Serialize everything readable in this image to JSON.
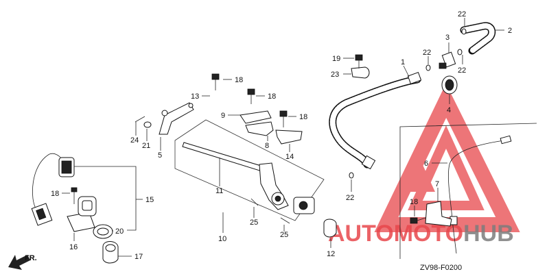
{
  "diagram": {
    "code": "ZV98-F0200",
    "direction": "FR.",
    "watermark": {
      "text_auto": "AUTO",
      "text_moto": "MOTO",
      "text_hub": "HUB",
      "color_red": "#e8474c",
      "color_gray": "#7d7d7d"
    },
    "callouts": [
      {
        "id": "c1",
        "label": "1"
      },
      {
        "id": "c2",
        "label": "2"
      },
      {
        "id": "c3",
        "label": "3"
      },
      {
        "id": "c4",
        "label": "4"
      },
      {
        "id": "c5",
        "label": "5"
      },
      {
        "id": "c6",
        "label": "6"
      },
      {
        "id": "c7",
        "label": "7"
      },
      {
        "id": "c8",
        "label": "8"
      },
      {
        "id": "c9",
        "label": "9"
      },
      {
        "id": "c10",
        "label": "10"
      },
      {
        "id": "c11",
        "label": "11"
      },
      {
        "id": "c12",
        "label": "12"
      },
      {
        "id": "c13",
        "label": "13"
      },
      {
        "id": "c14",
        "label": "14"
      },
      {
        "id": "c15",
        "label": "15"
      },
      {
        "id": "c16",
        "label": "16"
      },
      {
        "id": "c17",
        "label": "17"
      },
      {
        "id": "c18a",
        "label": "18"
      },
      {
        "id": "c18b",
        "label": "18"
      },
      {
        "id": "c18c",
        "label": "18"
      },
      {
        "id": "c18d",
        "label": "18"
      },
      {
        "id": "c18e",
        "label": "18"
      },
      {
        "id": "c19",
        "label": "19"
      },
      {
        "id": "c20",
        "label": "20"
      },
      {
        "id": "c21",
        "label": "21"
      },
      {
        "id": "c22a",
        "label": "22"
      },
      {
        "id": "c22b",
        "label": "22"
      },
      {
        "id": "c22c",
        "label": "22"
      },
      {
        "id": "c22d",
        "label": "22"
      },
      {
        "id": "c23",
        "label": "23"
      },
      {
        "id": "c24",
        "label": "24"
      },
      {
        "id": "c25a",
        "label": "25"
      },
      {
        "id": "c25b",
        "label": "25"
      }
    ]
  }
}
